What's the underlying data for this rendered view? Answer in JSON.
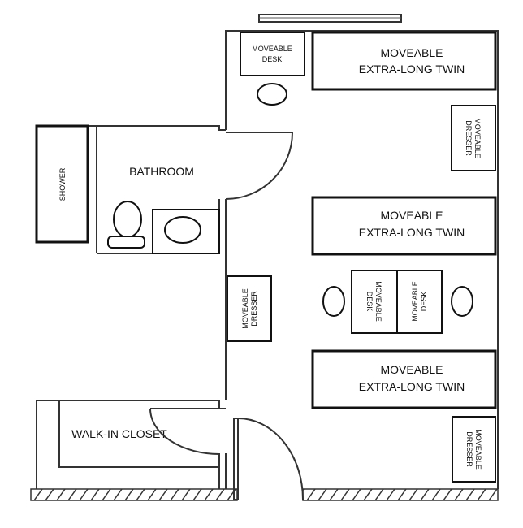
{
  "floor_plan": {
    "rooms": {
      "bathroom": "BATHROOM",
      "closet": "WALK-IN CLOSET",
      "shower": "SHOWER"
    },
    "furniture": {
      "desk_top": [
        "MOVEABLE",
        "DESK"
      ],
      "bed_label": [
        "MOVEABLE",
        "EXTRA-LONG TWIN"
      ],
      "dresser_label": [
        "MOVEABLE",
        "DRESSER"
      ],
      "desk_label": [
        "MOVEABLE",
        "DESK"
      ]
    }
  }
}
